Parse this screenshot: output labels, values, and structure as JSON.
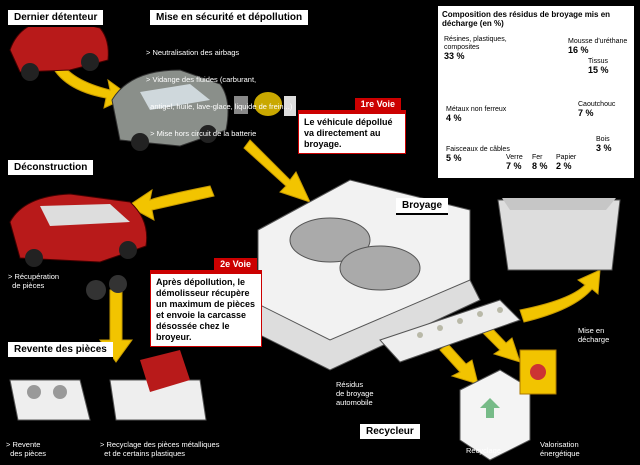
{
  "stages": {
    "dernier_detenteur": "Dernier détenteur",
    "mise_en_securite": "Mise en sécurité et dépollution",
    "deconstruction": "Déconstruction",
    "broyage": "Broyage",
    "revente": "Revente des pièces",
    "recycleur": "Recycleur"
  },
  "depollution_notes": [
    "> Neutralisation des airbags",
    "> Vidange des fluides (carburant,",
    "  antigel, huile, lave-glace, liquide de frein...)",
    "  > Mise hors circuit de la batterie"
  ],
  "voie1": {
    "title": "1re Voie",
    "text": "Le véhicule dépollué va directement au broyage."
  },
  "voie2": {
    "title": "2e Voie",
    "text": "Après dépollution, le démolisseur récupère un maximum de pièces et envoie la carcasse désossée chez le broyeur."
  },
  "notes": {
    "recuperation": "> Récupération\n  de pièces",
    "revente1": "> Revente\n  des pièces",
    "revente2": "> Recyclage des pièces métalliques\n  et de certains plastiques",
    "mise_decharge": "Mise en\ndécharge",
    "fibres": "Résidus\nde broyage\nautomobile",
    "recyclage": "Recyclage",
    "valorisation": "Valorisation\nénergétique"
  },
  "chart_data": {
    "type": "pie",
    "title": "Composition des résidus de broyage mis en décharge (en %)",
    "categories": [
      "Résines, plastiques, composites",
      "Mousse d'uréthane",
      "Tissus",
      "Caoutchouc",
      "Bois",
      "Papier",
      "Fer",
      "Verre",
      "Faisceaux de câbles",
      "Métaux non ferreux"
    ],
    "values": [
      33,
      16,
      15,
      7,
      3,
      2,
      8,
      7,
      5,
      4
    ],
    "colors": [
      "#c0241c",
      "#e07a1e",
      "#f0a040",
      "#c8651a",
      "#f3b66a",
      "#f7cf96",
      "#a6481e",
      "#d9582a",
      "#f2915a",
      "#e8b08a"
    ]
  }
}
